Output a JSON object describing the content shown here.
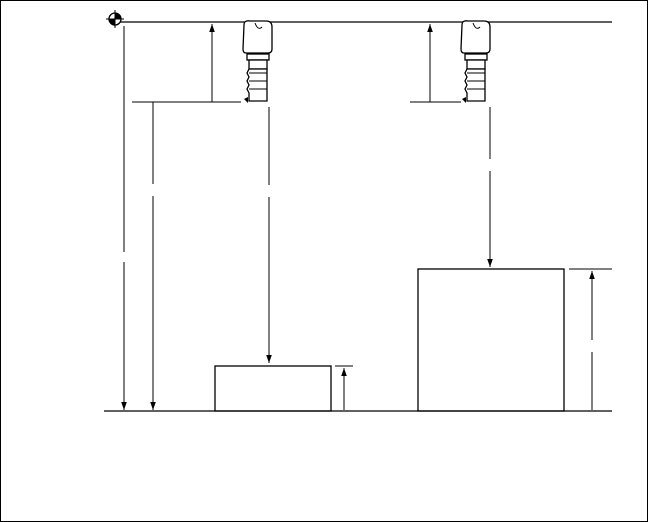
{
  "diagram": {
    "kind": "tool-length-offset",
    "colors": {
      "line": "#000000",
      "background": "#ffffff"
    },
    "icons": [
      "machine-zero-icon",
      "end-mill-tool-icon"
    ],
    "tools": [
      {
        "id": "tool-1",
        "workpiece": "short-block"
      },
      {
        "id": "tool-2",
        "workpiece": "tall-block"
      }
    ]
  }
}
